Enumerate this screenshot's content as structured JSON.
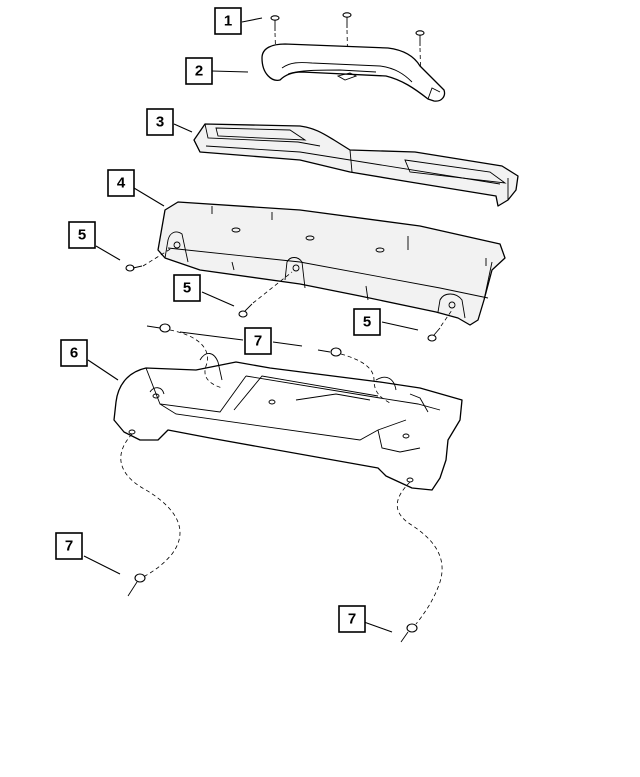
{
  "callouts": {
    "c1": "1",
    "c2": "2",
    "c3": "3",
    "c4": "4",
    "c5a": "5",
    "c5b": "5",
    "c5c": "5",
    "c6": "6",
    "c7a": "7",
    "c7b": "7",
    "c7c": "7"
  },
  "parts": [
    {
      "callout": "1",
      "name": "screw"
    },
    {
      "callout": "2",
      "name": "grab handle"
    },
    {
      "callout": "3",
      "name": "upper trim panel"
    },
    {
      "callout": "4",
      "name": "trim panel"
    },
    {
      "callout": "5",
      "name": "push-pin retainer"
    },
    {
      "callout": "6",
      "name": "lower panel / bracket"
    },
    {
      "callout": "7",
      "name": "push-pin fastener"
    }
  ]
}
